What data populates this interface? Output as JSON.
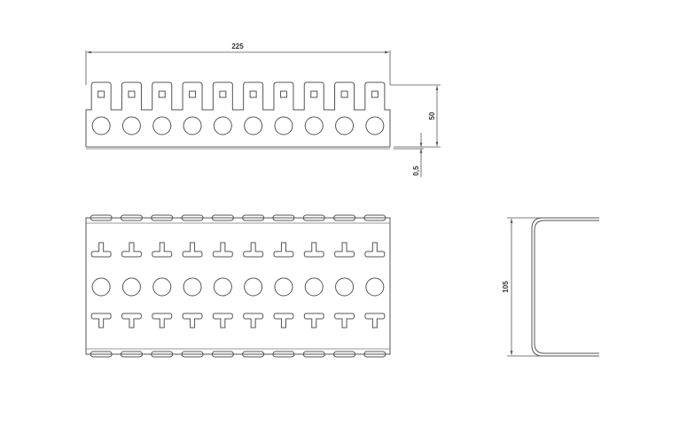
{
  "dimensions": {
    "width": "225",
    "height": "50",
    "thickness": "0,5",
    "depth": "105"
  },
  "colors": {
    "line": "#555555",
    "text": "#333333",
    "background": "#ffffff"
  }
}
